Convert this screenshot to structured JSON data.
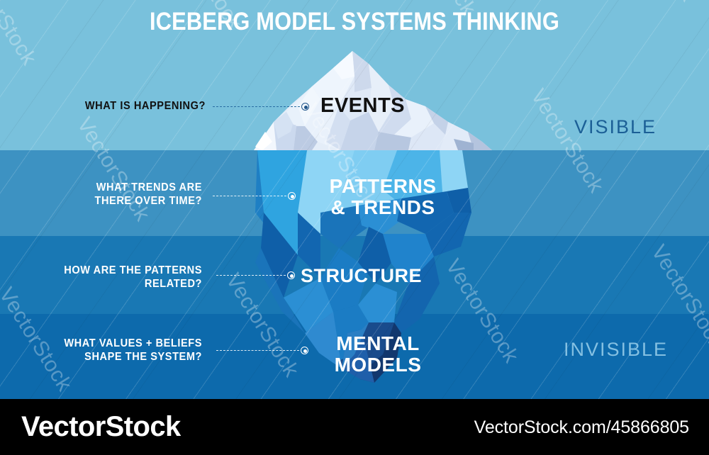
{
  "title": "ICEBERG MODEL SYSTEMS THINKING",
  "side_markers": {
    "visible": "VISIBLE",
    "invisible": "INVISIBLE"
  },
  "colors": {
    "band_visible": "#79c1dc",
    "band_patterns": "#3d92c2",
    "band_structure": "#1978b4",
    "band_mental": "#0d6aac",
    "visible_label": "#1b5f96",
    "invisible_label": "#84c0e2",
    "title": "#ffffff",
    "footer_bg": "#000000",
    "ice_light": "#dce7f5",
    "ice_mid": "#b9cbe4",
    "ice_deep": "#1b5fa8"
  },
  "layers": [
    {
      "id": "events",
      "question": "WHAT IS HAPPENING?",
      "title": "EVENTS",
      "title_line1": "EVENTS",
      "title_line2": ""
    },
    {
      "id": "patterns",
      "question_line1": "WHAT TRENDS ARE",
      "question_line2": "THERE OVER TIME?",
      "title_line1": "PATTERNS",
      "title_line2": "& TRENDS"
    },
    {
      "id": "structure",
      "question_line1": "HOW ARE THE PATTERNS",
      "question_line2": "RELATED?",
      "title_line1": "STRUCTURE",
      "title_line2": ""
    },
    {
      "id": "mental",
      "question_line1": "WHAT VALUES + BELIEFS",
      "question_line2": "SHAPE THE SYSTEM?",
      "title_line1": "MENTAL",
      "title_line2": "MODELS"
    }
  ],
  "footer": {
    "logo": "VectorStock",
    "url": "VectorStock.com/45866805"
  },
  "watermark": {
    "text": "VectorStock"
  }
}
